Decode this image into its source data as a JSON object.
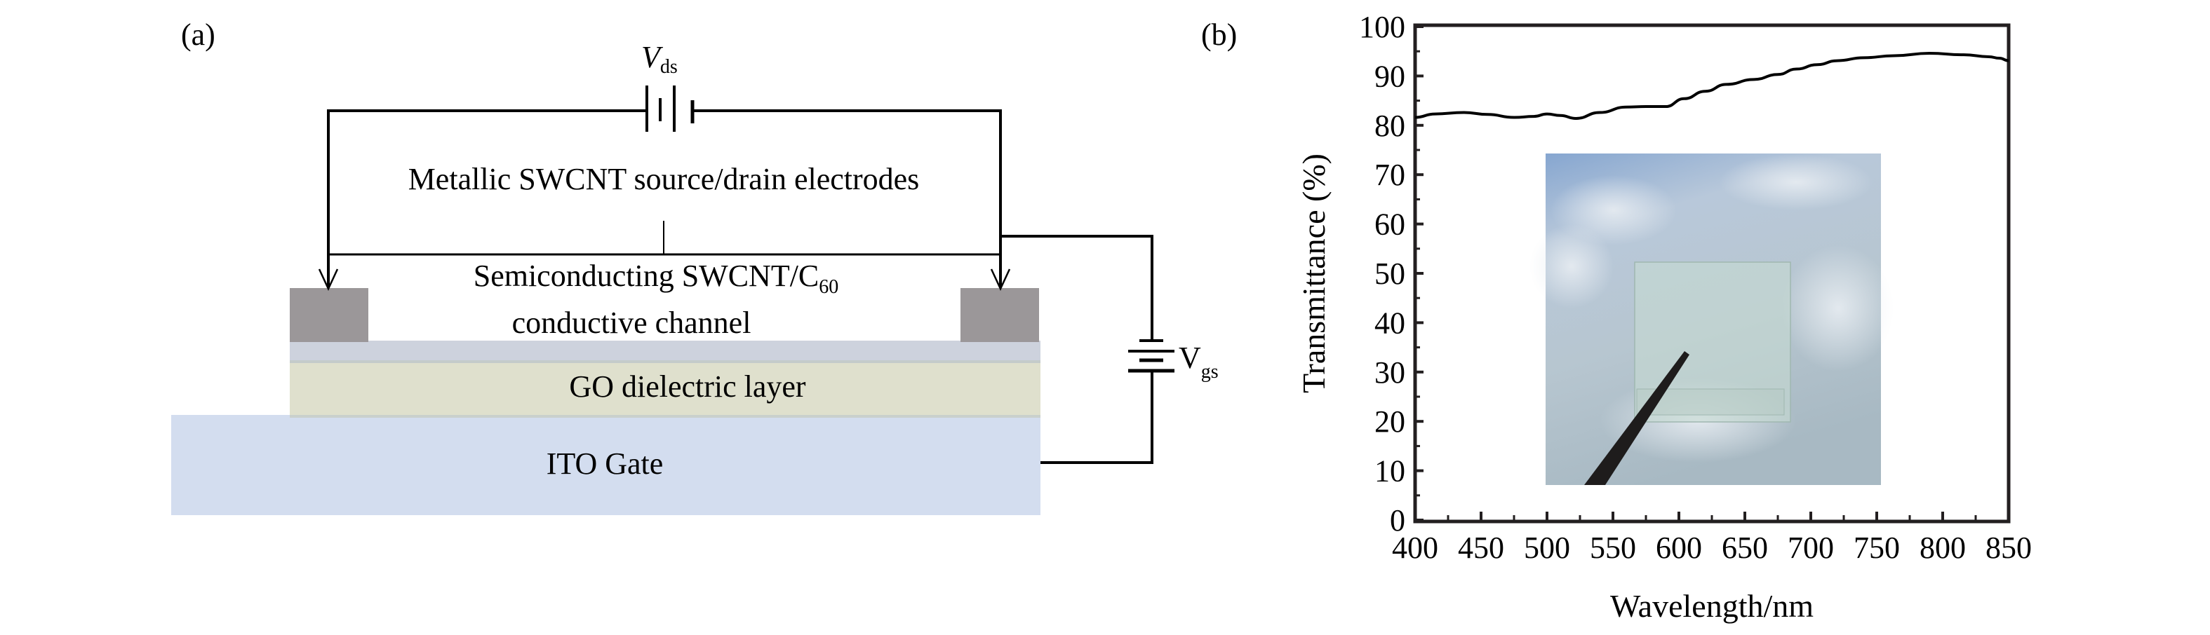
{
  "panel_a": {
    "label": "(a)",
    "vds": {
      "main": "V",
      "sub": "ds"
    },
    "vgs": {
      "main": "V",
      "sub": "gs"
    },
    "electrodes_label": "Metallic SWCNT source/drain electrodes",
    "channel_label_line1_main": "Semiconducting SWCNT/C",
    "channel_label_line1_sub": "60",
    "channel_label_line2": "conductive channel",
    "dielectric_label": "GO dielectric layer",
    "gate_label": "ITO Gate",
    "colors": {
      "electrode": "#9b9799",
      "channel_layer": "#cdd2dd",
      "dielectric_layer": "#dfe0cd",
      "gate_layer": "#d3ddef",
      "wire": "#000000"
    }
  },
  "panel_b": {
    "label": "(b)",
    "inset_description": "photo of transparent device held by tweezers against cloudy sky",
    "chart_data": {
      "type": "line",
      "title": "",
      "xlabel": "Wavelength/nm",
      "ylabel": "Transmittance (%)",
      "xlim": [
        400,
        850
      ],
      "ylim": [
        0,
        100
      ],
      "xticks": [
        400,
        450,
        500,
        550,
        600,
        650,
        700,
        750,
        800,
        850
      ],
      "yticks": [
        0,
        10,
        20,
        30,
        40,
        50,
        60,
        70,
        80,
        90,
        100
      ],
      "grid": false,
      "legend": "none",
      "series": [
        {
          "name": "Transmittance",
          "color": "#000000",
          "x": [
            400,
            415,
            437,
            455,
            475,
            490,
            500,
            510,
            522,
            540,
            560,
            575,
            590,
            604,
            620,
            636,
            657,
            675,
            689,
            705,
            720,
            740,
            763,
            790,
            816,
            835,
            843,
            850
          ],
          "y": [
            81.6,
            82.3,
            82.6,
            82.2,
            81.6,
            81.8,
            82.3,
            82.0,
            81.4,
            82.6,
            83.7,
            83.8,
            83.8,
            85.4,
            86.9,
            88.3,
            89.3,
            90.3,
            91.4,
            92.3,
            93.1,
            93.7,
            94.1,
            94.6,
            94.3,
            93.9,
            93.6,
            93.1
          ]
        }
      ]
    }
  }
}
